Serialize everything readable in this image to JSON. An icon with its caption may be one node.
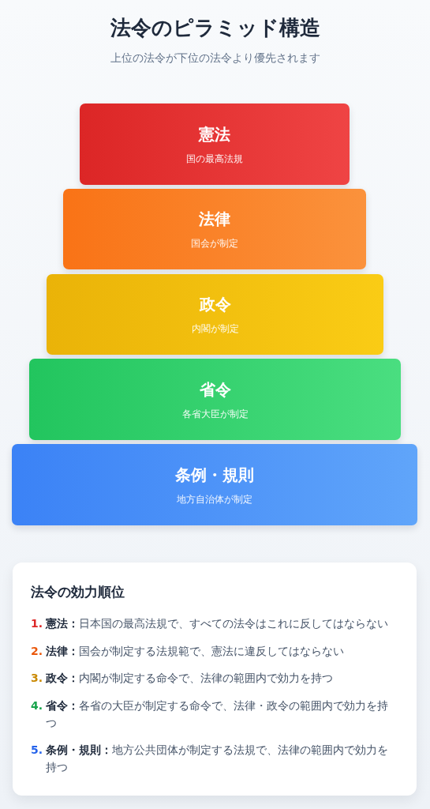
{
  "diagram": {
    "title": "法令のピラミッド構造",
    "nodes": [
      {
        "text": [
          "憲法",
          "国の最高法規"
        ]
      },
      {
        "text": [
          "法律",
          "国会が制定"
        ]
      },
      {
        "text": [
          "政令",
          "内閣が制定"
        ]
      },
      {
        "text": [
          "省令",
          "各省大臣が制定"
        ]
      },
      {
        "text": [
          "条例・規則",
          "地方自治体が制定"
        ]
      },
      {
        "text": [
          "法令の効力順位",
          "1.",
          "**憲法：**日本国の最高法規で、すべての法令はこれに反してはならない",
          "2.",
          "**法律：**国会が制定する法規範で、憲法に違反してはならない",
          "3.",
          "**政令：**内閣が制定する命令で、法律の範囲内で効力を持つ",
          "4.",
          "**省令：**各省の大臣が制定する命令で、法律・政令の範囲内で効力を持つ",
          "5.",
          "**条例・規則：**地方公共団体が制定する法規で、法律の範囲内で効力を持つ"
        ]
      }
    ],
    "labels": [
      "上位の法令が下位の法令より優先されます"
    ]
  }
}
